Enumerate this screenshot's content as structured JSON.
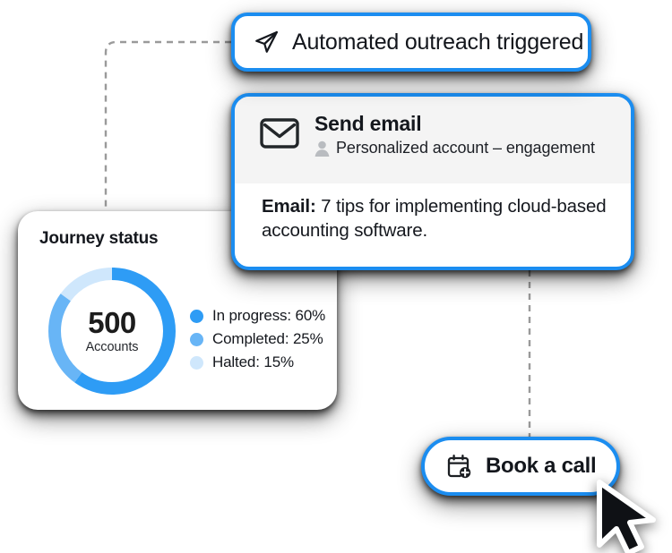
{
  "theme": {
    "accent_blue": "#1B8DF0",
    "donut_in_progress": "#2E9CF5",
    "donut_completed": "#68B5F6",
    "donut_halted": "#CFE7FC",
    "header_gray": "#F4F4F4",
    "dash_line": "#9A9A9A",
    "text_dark": "#15181E"
  },
  "outreach_card": {
    "icon": "send-icon",
    "label": "Automated outreach triggered"
  },
  "email_card": {
    "icon": "envelope-icon",
    "title": "Send email",
    "audience_icon": "person-icon",
    "audience": "Personalized account – engagement",
    "body_label": "Email:",
    "body_text": " 7 tips for implementing cloud-based accounting software."
  },
  "journey_card": {
    "title": "Journey status",
    "center_value": "500",
    "center_label": "Accounts",
    "chart_data": {
      "type": "pie",
      "title": "Journey status",
      "categories": [
        "In progress",
        "Completed",
        "Halted"
      ],
      "values": [
        60,
        25,
        15
      ],
      "unit": "%",
      "colors": [
        "#2E9CF5",
        "#68B5F6",
        "#CFE7FC"
      ],
      "total_label": "500 Accounts",
      "total_value": 500,
      "legend_position": "right",
      "legend": [
        {
          "label": "In progress: 60%",
          "color": "#2E9CF5",
          "value": 60
        },
        {
          "label": "Completed: 25%",
          "color": "#68B5F6",
          "value": 25
        },
        {
          "label": "Halted: 15%",
          "color": "#CFE7FC",
          "value": 15
        }
      ],
      "start_angle_deg": 0,
      "direction": "clockwise",
      "inner_radius_ratio": 0.8,
      "grid": false
    }
  },
  "book_call": {
    "icon": "calendar-plus-icon",
    "label": "Book a call"
  },
  "cursor": {
    "icon": "mouse-pointer-icon"
  }
}
